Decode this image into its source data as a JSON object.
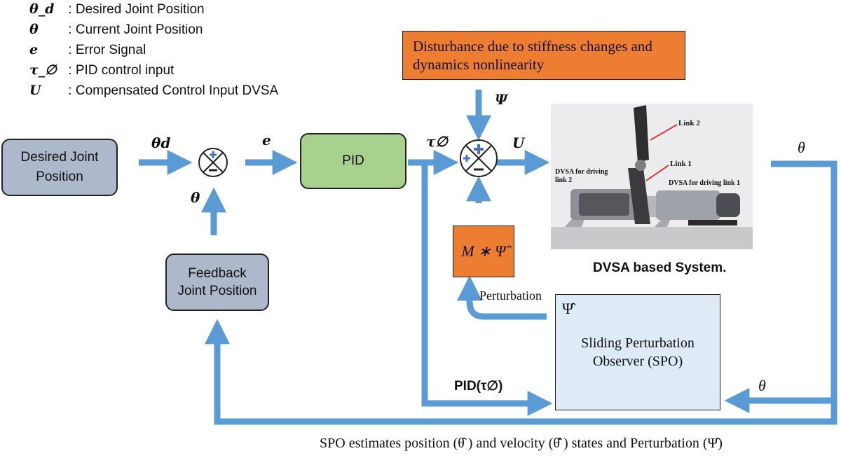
{
  "legend": [
    {
      "symbol": "θ_d",
      "separator": ":",
      "meaning": "Desired Joint Position"
    },
    {
      "symbol": "θ",
      "separator": ":",
      "meaning": "Current Joint Position"
    },
    {
      "symbol": "e",
      "separator": ":",
      "meaning": "Error Signal"
    },
    {
      "symbol": "τ_∅",
      "separator": ":",
      "meaning": "PID control input"
    },
    {
      "symbol": "U",
      "separator": ":",
      "meaning": "Compensated Control Input DVSA"
    }
  ],
  "blocks": {
    "desired": "Desired Joint Position",
    "pid": "PID",
    "feedback": "Feedback Joint Position",
    "disturbance": "Disturbance due to stiffness changes and dynamics nonlinearity",
    "m_psi": "M ∗ Ψ̂",
    "spo": "Sliding Perturbation Observer (SPO)",
    "system_caption": "DVSA based System."
  },
  "signals": {
    "theta_d": "θd",
    "theta": "θ",
    "e": "e",
    "tau": "τ∅",
    "u": "U",
    "psi": "Ψ",
    "theta_out": "θ",
    "theta_spo": "θ",
    "psi_hat": "Ψ̂",
    "perturbation": "Perturbation",
    "pid_tau": "PID(τ∅)"
  },
  "photo": {
    "link2": "Link 2",
    "link1": "Link 1",
    "dvsa_link2": "DVSA for driving link 2",
    "dvsa_link1": "DVSA for driving link 1"
  },
  "footnote": "SPO estimates position (θ̂ ) and velocity (θ̂̇ ) states and Perturbation (Ψ̂)",
  "colors": {
    "arrow": "#5b9bd5",
    "desired_fill": "#adb9ca",
    "pid_fill": "#a9d18e",
    "disturbance_fill": "#ed7d31",
    "spo_fill": "#deebf7"
  }
}
